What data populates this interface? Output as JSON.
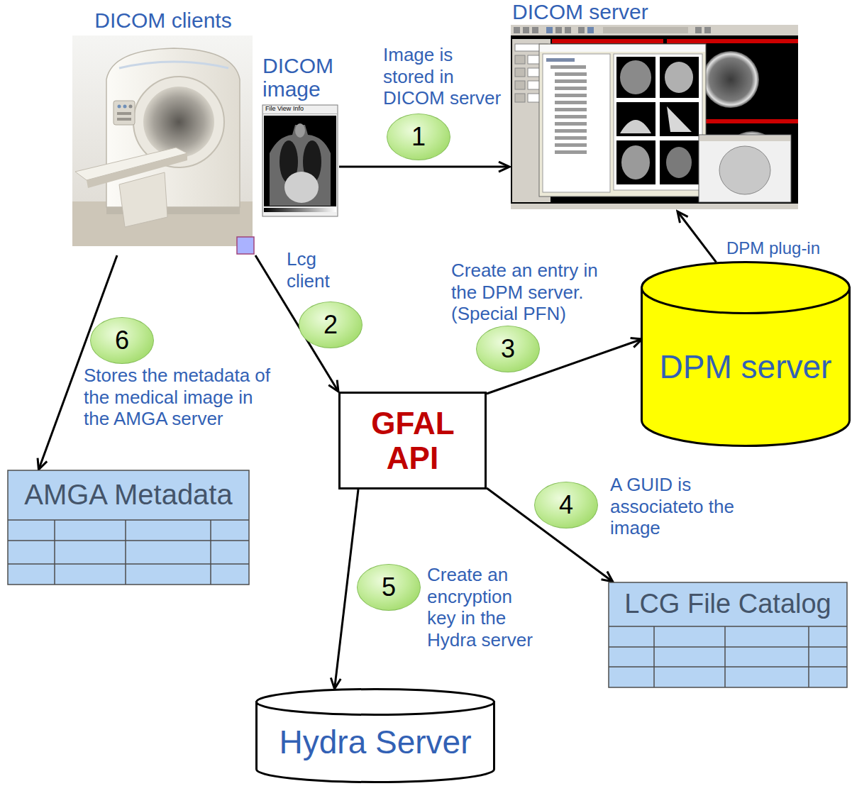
{
  "diagram": {
    "nodes": [
      {
        "text": [
          "DICOM clients"
        ]
      },
      {
        "text": [
          "DICOM image"
        ]
      },
      {
        "text": [
          "DICOM server"
        ]
      },
      {
        "text": [
          "DPM server"
        ]
      },
      {
        "text": [
          "AMGA Metadata"
        ]
      },
      {
        "text": [
          "GFAL API"
        ]
      },
      {
        "text": [
          "LCG File Catalog"
        ]
      },
      {
        "text": [
          "Hydra Server"
        ]
      }
    ],
    "edges": [
      {
        "from": 1,
        "to": 2,
        "arrow": "to"
      },
      {
        "from": 0,
        "to": 5,
        "arrow": "to"
      },
      {
        "from": 5,
        "to": 3,
        "arrow": "to"
      },
      {
        "from": 5,
        "to": 6,
        "arrow": "to"
      },
      {
        "from": 5,
        "to": 7,
        "arrow": "to"
      },
      {
        "from": 0,
        "to": 4,
        "arrow": "to"
      },
      {
        "from": 3,
        "to": 2,
        "arrow": "to"
      }
    ],
    "labels": [
      "Image is stored in DICOM server",
      "1",
      "Lcg client",
      "2",
      "Create an entry in the DPM server. (Special PFN)",
      "3",
      "DPM plug-in",
      "6",
      "Stores the metadata of the medical image in the AMGA server",
      "4",
      "A GUID is associateto the image",
      "5",
      "Create an encryption key in the Hydra server",
      "File",
      "View",
      "Info"
    ]
  }
}
